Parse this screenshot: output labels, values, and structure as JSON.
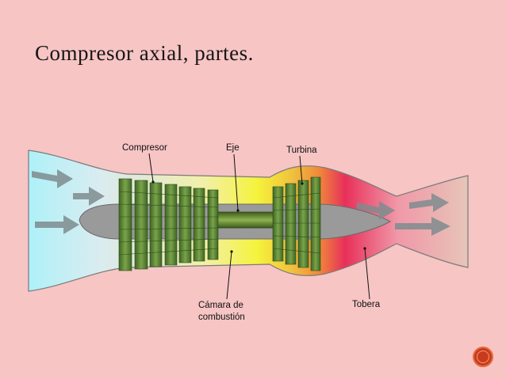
{
  "title": "Compresor axial, partes.",
  "diagram": {
    "labels": {
      "compresor": "Compresor",
      "eje": "Eje",
      "turbina": "Turbina",
      "camara_line1": "Cámara de",
      "camara_line2": "combustión",
      "tobera": "Tobera"
    },
    "icons": {
      "flow_arrows": "airflow-arrow-icon"
    },
    "colors": {
      "intake": "#b9ecf2",
      "combustion": "#f4f23a",
      "turbine": "#f08a3a",
      "nozzle": "#e8305a",
      "exhaust": "#e7bfb5",
      "blades": "#4f7a2e",
      "shaft": "#6b8f3a",
      "core": "#9a9a9a",
      "badge": "#c73b1c"
    }
  }
}
